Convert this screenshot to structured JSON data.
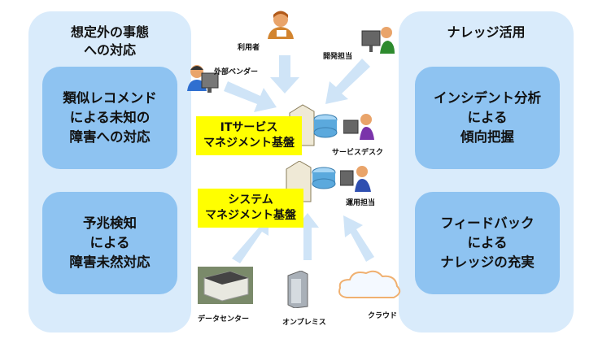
{
  "left_panel": {
    "title": "想定外の事態\nへの対応",
    "boxes": [
      "類似レコメンド\nによる未知の\n障害への対応",
      "予兆検知\nによる\n障害未然対応"
    ]
  },
  "right_panel": {
    "title": "ナレッジ活用",
    "boxes": [
      "インシデント分析\nによる\n傾向把握",
      "フィードバック\nによる\nナレッジの充実"
    ]
  },
  "center": {
    "it_platform": "ITサービス\nマネジメント基盤",
    "system_platform": "システム\nマネジメント基盤",
    "actors": {
      "user": "利用者",
      "developer": "開発担当",
      "vendor": "外部ベンダー",
      "service_desk": "サービスデスク",
      "operations": "運用担当"
    },
    "sources": {
      "datacenter": "データセンター",
      "onpremise": "オンプレミス",
      "cloud": "クラウド"
    }
  },
  "colors": {
    "panel": "#d9ebfb",
    "box": "#8ec3f1",
    "highlight": "#ffff00",
    "arrow": "#cfe4f7"
  }
}
